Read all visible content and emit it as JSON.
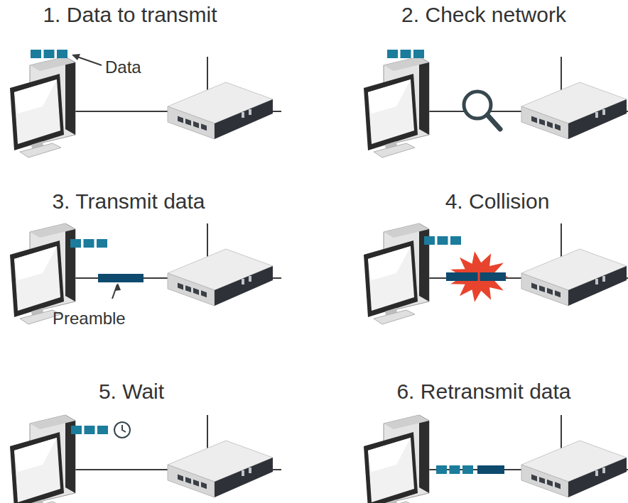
{
  "diagram": {
    "labels": [
      "1. Data to transmit",
      "Data",
      "2. Check network",
      "3. Transmit data",
      "Preamble",
      "4. Collision",
      "5. Wait",
      "6. Retransmit data"
    ]
  }
}
